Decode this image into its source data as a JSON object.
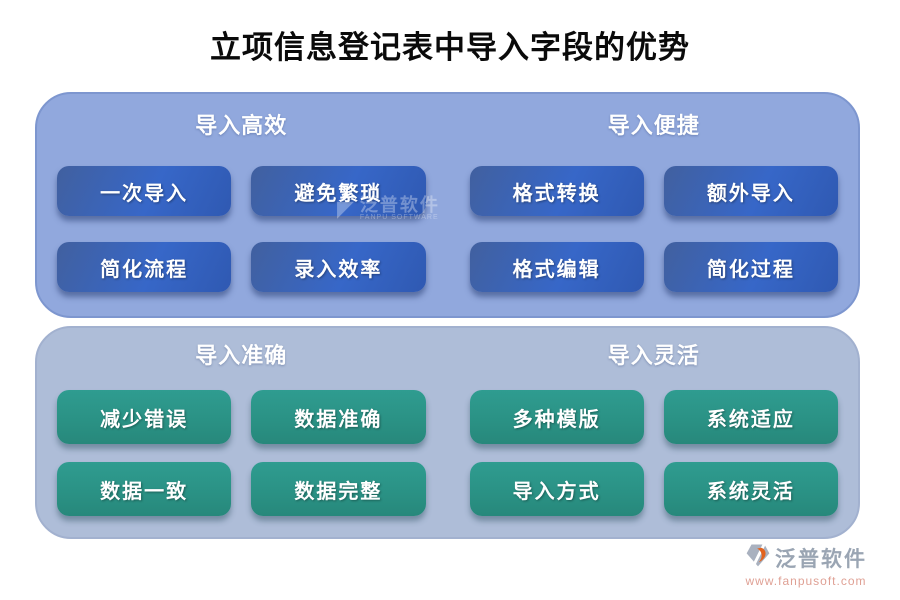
{
  "title": "立项信息登记表中导入字段的优势",
  "panels": [
    {
      "id": "top",
      "sections": [
        {
          "header": "导入高效",
          "buttons": [
            "一次导入",
            "避免繁琐",
            "简化流程",
            "录入效率"
          ]
        },
        {
          "header": "导入便捷",
          "buttons": [
            "格式转换",
            "额外导入",
            "格式编辑",
            "简化过程"
          ]
        }
      ]
    },
    {
      "id": "bottom",
      "sections": [
        {
          "header": "导入准确",
          "buttons": [
            "减少错误",
            "数据准确",
            "数据一致",
            "数据完整"
          ]
        },
        {
          "header": "导入灵活",
          "buttons": [
            "多种模版",
            "系统适应",
            "导入方式",
            "系统灵活"
          ]
        }
      ]
    }
  ],
  "watermark": {
    "text": "泛普软件",
    "subtext": "FANPU SOFTWARE"
  },
  "footer": {
    "brand": "泛普软件",
    "url": "www.fanpusoft.com"
  },
  "colors": {
    "top_panel_bg": "#91a8dd",
    "bottom_panel_bg": "#aebdd8",
    "blue_button": "#3767c8",
    "teal_button": "#2a9184",
    "header_text": "#ffffff",
    "title_text": "#0a0a0a",
    "brand_text": "#9aa5b3",
    "brand_url": "#dfa094",
    "logo_orange": "#e2631f"
  }
}
